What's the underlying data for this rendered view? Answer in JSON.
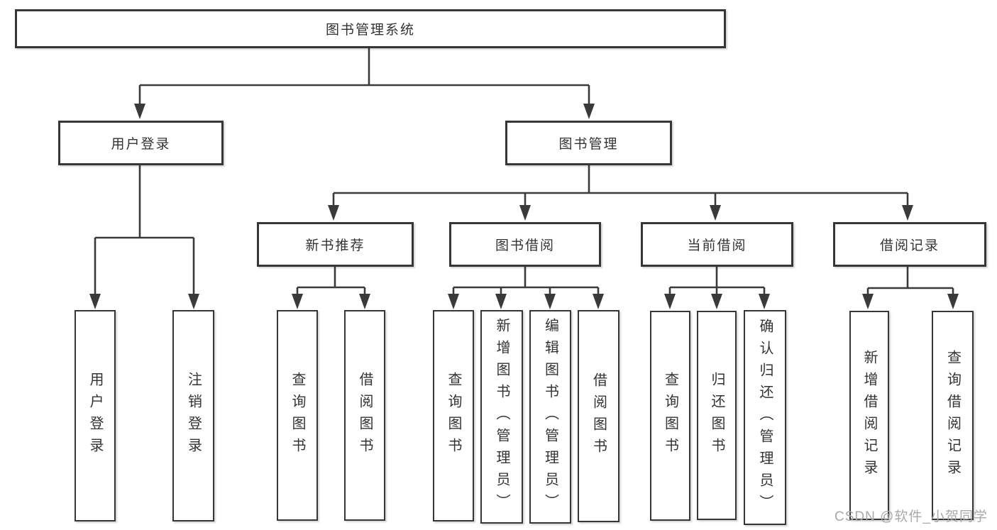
{
  "tree": {
    "label": "图书管理系统",
    "children": [
      {
        "label": "用户登录",
        "children": [
          {
            "label": "用户登录"
          },
          {
            "label": "注销登录"
          }
        ]
      },
      {
        "label": "图书管理",
        "children": [
          {
            "label": "新书推荐",
            "children": [
              {
                "label": "查询图书"
              },
              {
                "label": "借阅图书"
              }
            ]
          },
          {
            "label": "图书借阅",
            "children": [
              {
                "label": "查询图书"
              },
              {
                "label": "新增图书（管理员）"
              },
              {
                "label": "编辑图书（管理员）"
              },
              {
                "label": "借阅图书"
              }
            ]
          },
          {
            "label": "当前借阅",
            "children": [
              {
                "label": "查询图书"
              },
              {
                "label": "归还图书"
              },
              {
                "label": "确认归还（管理员）"
              }
            ]
          },
          {
            "label": "借阅记录",
            "children": [
              {
                "label": "新增借阅记录"
              },
              {
                "label": "查询借阅记录"
              }
            ]
          }
        ]
      }
    ]
  },
  "watermark": "CSDN @软件_小贺同学",
  "colors": {
    "line": "#3a3a3a",
    "border": "#363636",
    "text": "#333333",
    "watermark": "#a9a9a9"
  }
}
